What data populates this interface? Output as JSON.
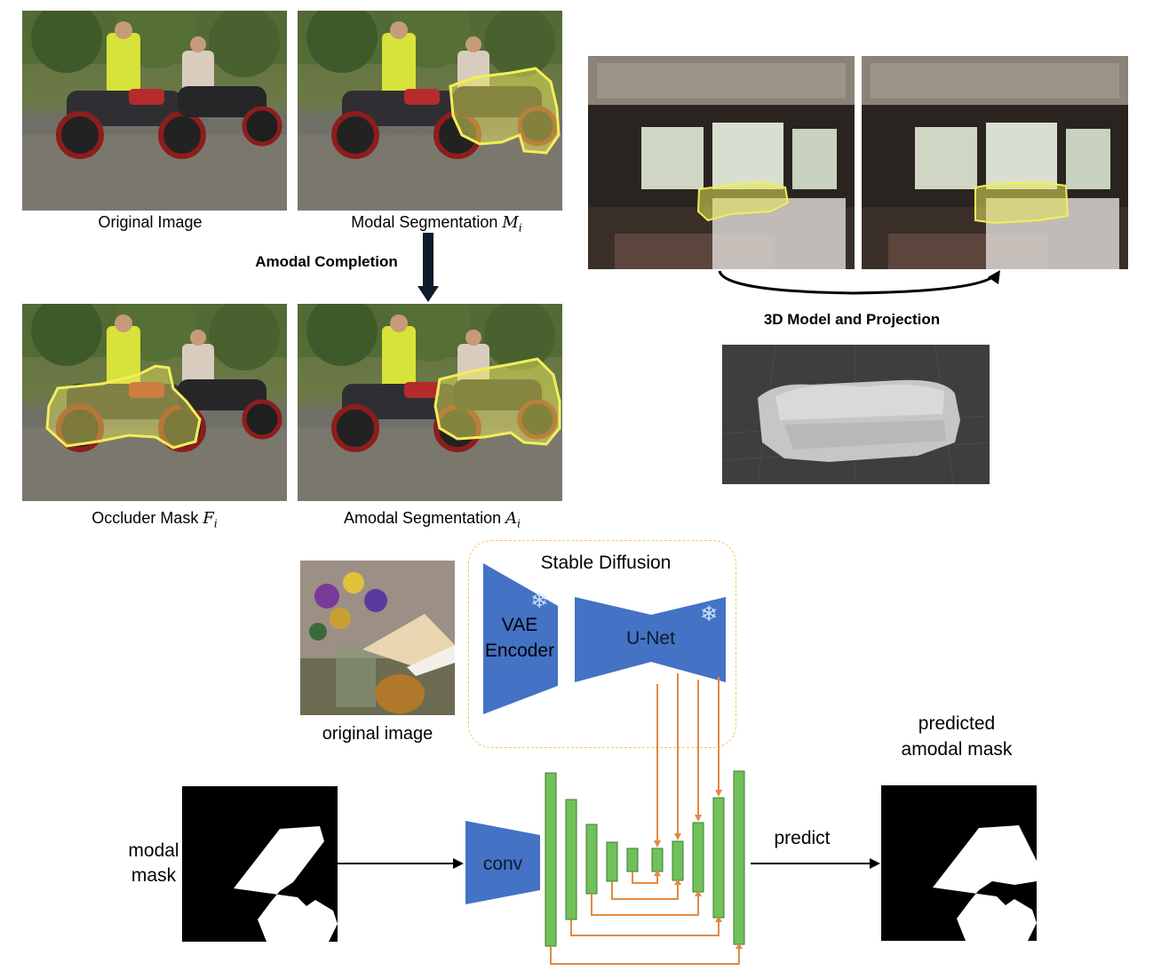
{
  "panels": {
    "original_image": {
      "caption": "Original Image"
    },
    "modal_segmentation": {
      "caption": "Modal Segmentation",
      "math": "M",
      "sub": "i"
    },
    "occluder_mask": {
      "caption": "Occluder Mask",
      "math": "F",
      "sub": "i"
    },
    "amodal_segmentation": {
      "caption": "Amodal Segmentation",
      "math": "A",
      "sub": "i"
    }
  },
  "arrow_label": "Amodal Completion",
  "room": {
    "projection_label": "3D Model and Projection"
  },
  "pipeline": {
    "sd_title": "Stable Diffusion",
    "vae_line1": "VAE",
    "vae_line2": "Encoder",
    "unet_label": "U-Net",
    "original_image_caption": "original image",
    "modal_mask_line1": "modal",
    "modal_mask_line2": "mask",
    "conv_label": "conv",
    "predict_label": "predict",
    "predicted_line1": "predicted",
    "predicted_line2": "amodal mask",
    "snowflake_glyph": "❄"
  },
  "colors": {
    "blue": "#4472C4",
    "green": "#70C15A",
    "orange": "#E08A45",
    "yellow": "#F2EE5A",
    "dashed": "#F5C462"
  }
}
